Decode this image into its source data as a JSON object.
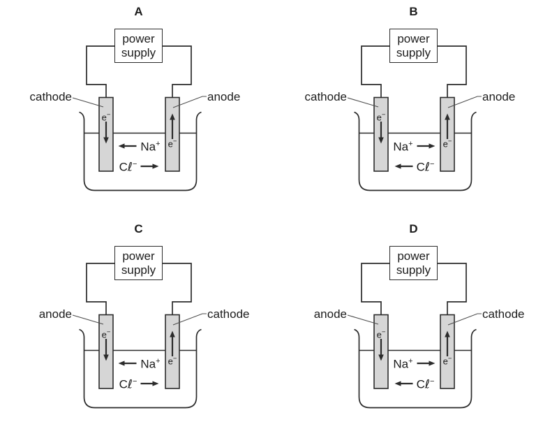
{
  "figure": {
    "colors": {
      "line_color": "#2b2b2b",
      "leader_color": "#4d4d4d",
      "electrode_fill": "#d6d6d6",
      "text_color": "#1c1c1c",
      "background": "#ffffff"
    },
    "shared": {
      "power_supply_line1": "power",
      "power_supply_line2": "supply",
      "electron_base": "e",
      "electron_charge": "−",
      "sodium_base": "Na",
      "sodium_charge": "+",
      "chloride_c": "C",
      "chloride_l": "ℓ",
      "chloride_charge": "−"
    },
    "cells": [
      {
        "title": "A",
        "left_label": "cathode",
        "right_label": "anode",
        "na_direction": "left",
        "cl_direction": "right"
      },
      {
        "title": "B",
        "left_label": "cathode",
        "right_label": "anode",
        "na_direction": "right",
        "cl_direction": "left"
      },
      {
        "title": "C",
        "left_label": "anode",
        "right_label": "cathode",
        "na_direction": "left",
        "cl_direction": "right"
      },
      {
        "title": "D",
        "left_label": "anode",
        "right_label": "cathode",
        "na_direction": "right",
        "cl_direction": "left"
      }
    ]
  }
}
